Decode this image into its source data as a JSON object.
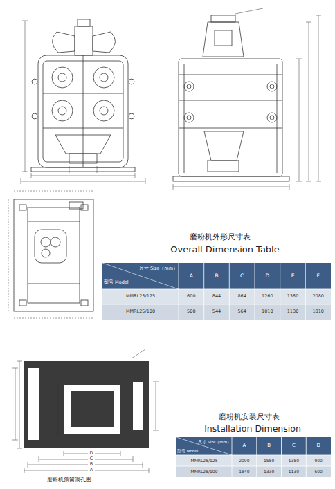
{
  "diagram": {
    "caption": "磨粉机预留洞孔图",
    "labels": [
      "磨粉机外形尺寸表",
      "Overall Dimension Table",
      "尺寸 Size（mm）",
      "型号 Model",
      "A",
      "B",
      "C",
      "D",
      "E",
      "F",
      "MMRL25/125",
      "600",
      "844",
      "864",
      "1260",
      "1380",
      "2080",
      "MMRL25/100",
      "500",
      "544",
      "564",
      "1010",
      "1130",
      "1810",
      "磨粉机安装尺寸表",
      "Installation Dimension",
      "尺寸 Size（mm）",
      "型号 Model",
      "A",
      "B",
      "C",
      "D",
      "MMRL25/125",
      "2090",
      "1580",
      "1380",
      "900",
      "MMRL25/100",
      "1840",
      "1330",
      "1130",
      "600",
      "A",
      "B",
      "C",
      "D"
    ]
  }
}
